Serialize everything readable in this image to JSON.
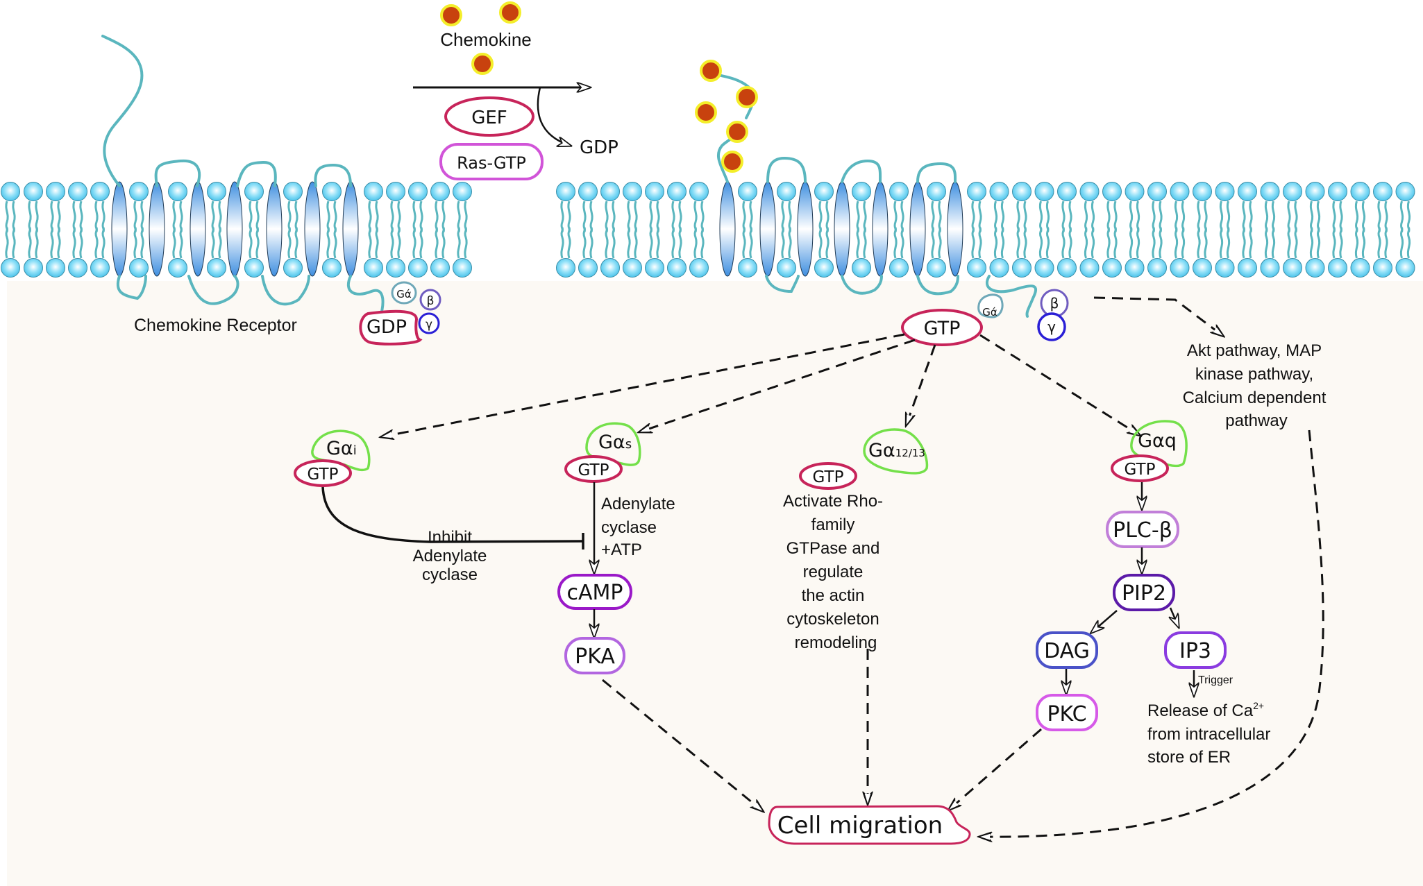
{
  "extracellular": {
    "chemokine_label": "Chemokine",
    "gef_label": "GEF",
    "ras_label": "Ras-GTP",
    "gdp_release_label": "GDP"
  },
  "inactive_receptor": {
    "label": "Chemokine Receptor",
    "gdp_label": "GDP",
    "g_alpha_label": "Gά",
    "beta_label": "β",
    "gamma_label": "γ"
  },
  "active_receptor": {
    "gtp_label": "GTP",
    "g_alpha_label": "Gά",
    "beta_label": "β",
    "gamma_label": "γ"
  },
  "branches": {
    "gai": {
      "subunit": "Gα",
      "subscript": "i",
      "gtp": "GTP",
      "effect_lines": [
        "Inhibit",
        "Adenylate",
        "cyclase"
      ]
    },
    "gas": {
      "subunit": "Gα",
      "subscript": "s",
      "gtp": "GTP",
      "effect_lines": [
        "Adenylate",
        "cyclase",
        "+ATP"
      ],
      "camp": "cAMP",
      "pka": "PKA"
    },
    "ga1213": {
      "subunit": "Gα",
      "subscript": "12/13",
      "gtp": "GTP",
      "effect_lines": [
        "Activate Rho-",
        "family",
        "GTPase and",
        "regulate",
        "the actin",
        "cytoskeleton",
        "remodeling"
      ]
    },
    "gaq": {
      "subunit": "Gαq",
      "gtp": "GTP",
      "plc": "PLC-β",
      "pip2": "PIP2",
      "dag": "DAG",
      "ip3": "IP3",
      "pkc": "PKC",
      "trigger": "Trigger",
      "release_lines": [
        "Release of Ca",
        "from intracellular",
        "store of ER"
      ],
      "release_superscript": "2+"
    }
  },
  "other_pathways": {
    "lines": [
      "Akt pathway, MAP",
      "kinase pathway,",
      "Calcium dependent",
      "pathway"
    ]
  },
  "outcome": {
    "label": "Cell migration"
  },
  "colors": {
    "membrane_head": "#5fd0f2",
    "membrane_tail": "#5ab6be",
    "receptor_helix": "#4f9fe6",
    "chemokine_fill": "#c8420e",
    "chemokine_ring": "#f4ee2a",
    "gtp_ring": "#c7245a",
    "g_alpha_blob": "#74e04a",
    "camp_ring": "#9a19c8",
    "pka_ring": "#b266e0",
    "plc_ring": "#c17fd9",
    "pip2_ring": "#5b1aa8",
    "dag_ring": "#4a52c8",
    "ip3_ring": "#8a3be0",
    "pkc_ring": "#d65ae8",
    "ras_ring": "#d154d8",
    "beta_ring": "#6f5cc0",
    "gamma_ring": "#2a1fd6",
    "g_alpha_small_ring": "#6fa8b8",
    "cytoplasm": "#fcf9f4"
  }
}
